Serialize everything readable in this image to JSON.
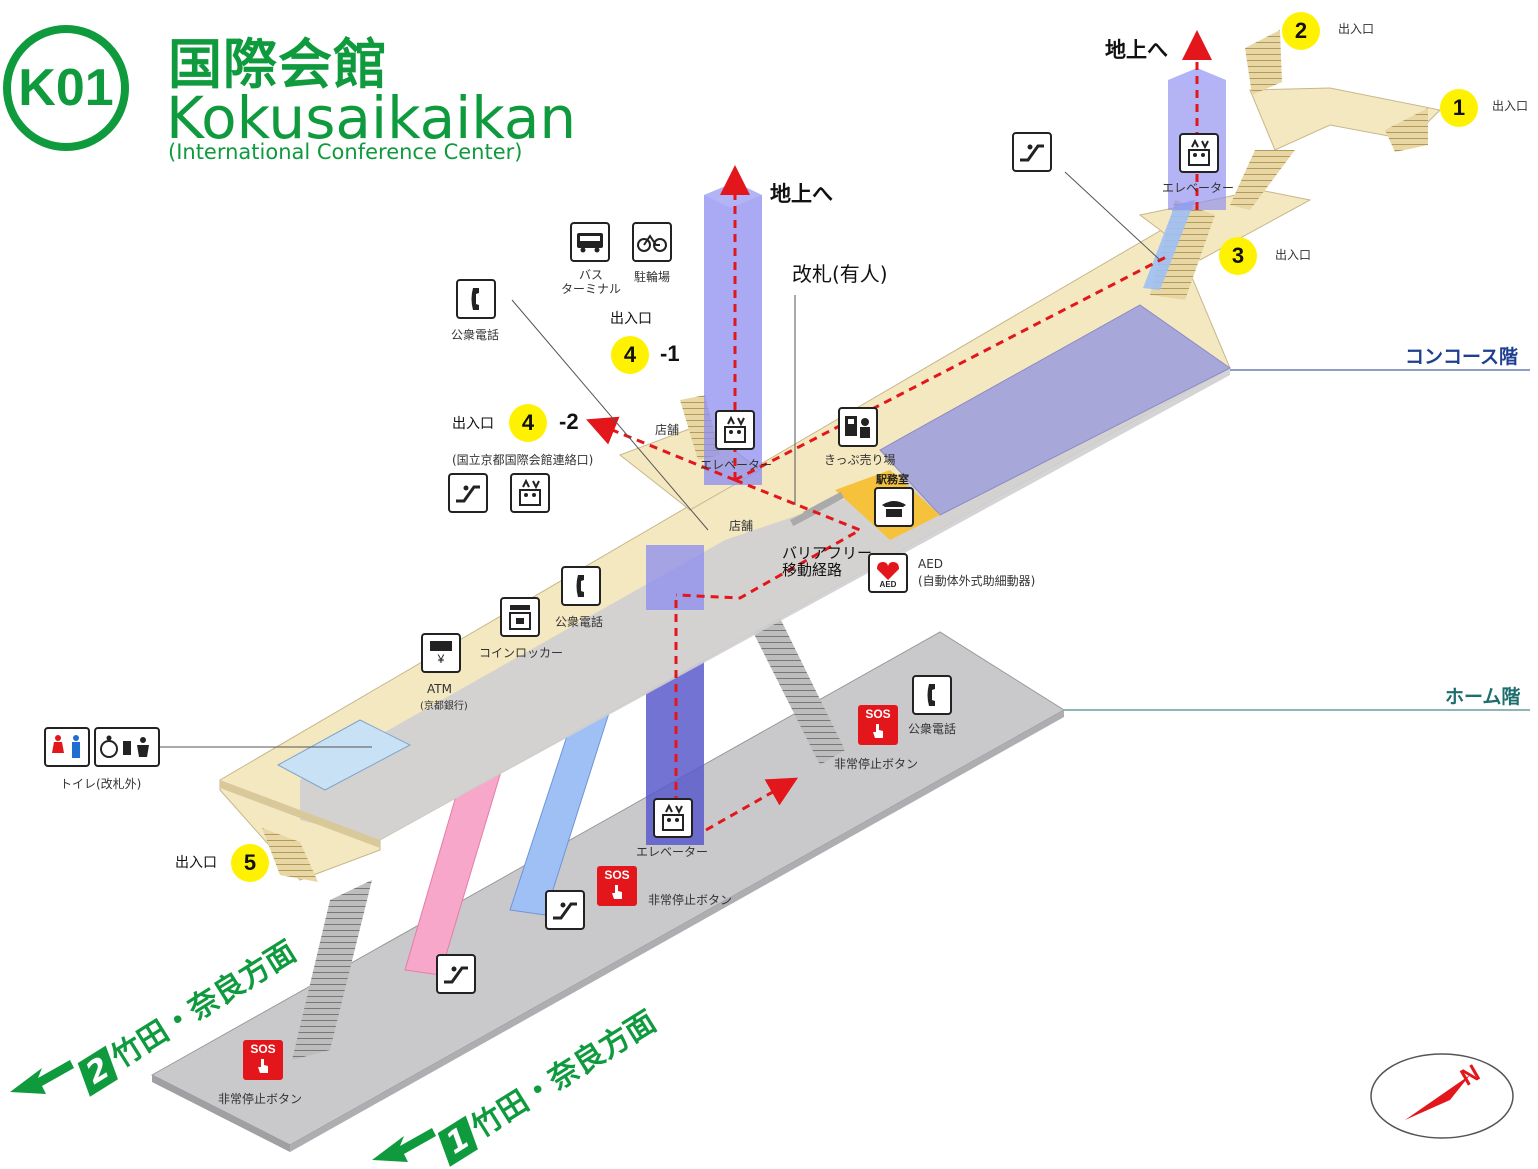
{
  "station": {
    "code": "K01",
    "name_ja": "国際会館",
    "name_en": "Kokusaikaikan",
    "name_en_sub": "(International Conference Center)"
  },
  "colors": {
    "line_green": "#0e9a3d",
    "concourse_fill": "#f4e8c1",
    "platform_fill": "#c9c9cc",
    "elevator_shaft": "#8c8cf0",
    "route_red": "#e3161b",
    "exit_yellow": "#fff200",
    "office_orange": "#f6c23c",
    "paid_area": "#a7a7d9"
  },
  "levels": {
    "concourse": "コンコース階",
    "platform": "ホーム階"
  },
  "exits": {
    "e1": {
      "num": "1",
      "label": "出入口"
    },
    "e2": {
      "num": "2",
      "label": "出入口"
    },
    "e3": {
      "num": "3",
      "label": "出入口"
    },
    "e4_1": {
      "num": "4",
      "suffix": "-1",
      "label": "出入口"
    },
    "e4_2": {
      "num": "4",
      "suffix": "-2",
      "label": "出入口",
      "note": "(国立京都国際会館連絡口)"
    },
    "e5": {
      "num": "5",
      "label": "出入口"
    }
  },
  "labels": {
    "to_ground_1": "地上へ",
    "to_ground_2": "地上へ",
    "ticket_gate": "改札(有人)",
    "elevator_a": "エレベーター",
    "elevator_b": "エレベーター",
    "elevator_c": "エレベーター",
    "shop_a": "店舗",
    "shop_b": "店舗",
    "ticket_office": "きっぷ売り場",
    "station_office": "駅務室",
    "barrier_free": "バリアフリー\n移動経路",
    "aed": "AED",
    "aed_note": "(自動体外式助細動器)",
    "phone_a": "公衆電話",
    "phone_b": "公衆電話",
    "phone_c": "公衆電話",
    "coin_locker": "コインロッカー",
    "atm": "ATM",
    "atm_note": "(京都銀行)",
    "toilet": "トイレ(改札外)",
    "bus": "バス\nターミナル",
    "bicycle": "駐輪場",
    "emergency_a": "非常停止ボタン",
    "emergency_b": "非常停止ボタン",
    "emergency_c": "非常停止ボタン",
    "sos": "SOS"
  },
  "directions": {
    "track2": {
      "num": "2",
      "text": "竹田・奈良方面"
    },
    "track1": {
      "num": "1",
      "text": "竹田・奈良方面"
    }
  },
  "compass": "N"
}
